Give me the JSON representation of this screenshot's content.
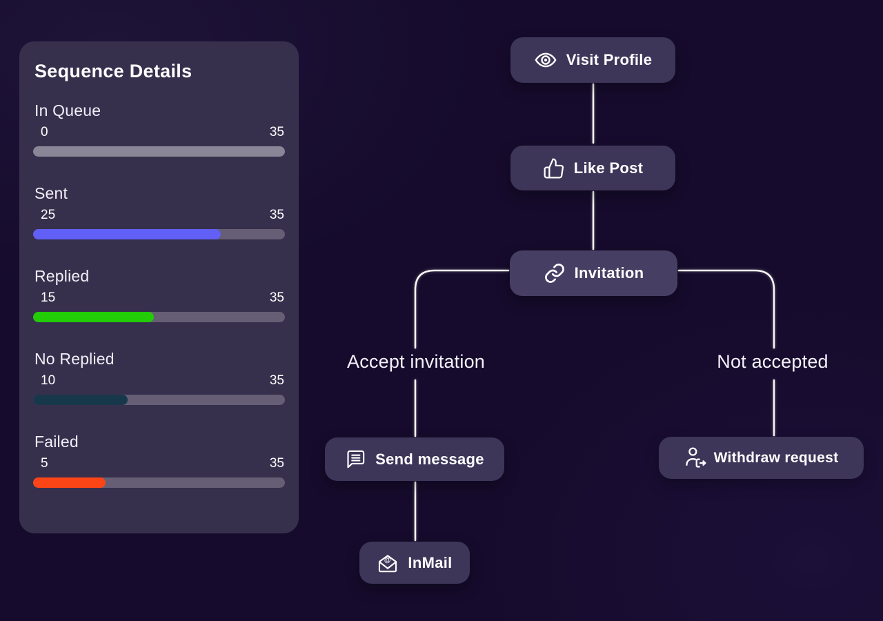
{
  "page": {
    "background_color": "#160b2c"
  },
  "sequence_details": {
    "title": "Sequence Details",
    "track_color": "#655e74",
    "stats": [
      {
        "label": "In Queue",
        "value": "0",
        "max": "35",
        "fill_width": "100%",
        "fill_color": "#8b8697"
      },
      {
        "label": "Sent",
        "value": "25",
        "max": "35",
        "fill_width": "74.5%",
        "fill_color": "#615ff5"
      },
      {
        "label": "Replied",
        "value": "15",
        "max": "35",
        "fill_width": "48%",
        "fill_color": "#22cc06"
      },
      {
        "label": "No Replied",
        "value": "10",
        "max": "35",
        "fill_width": "37.5%",
        "fill_color": "#17384a"
      },
      {
        "label": "Failed",
        "value": "5",
        "max": "35",
        "fill_width": "28.8%",
        "fill_color": "#fc4516"
      }
    ]
  },
  "flow": {
    "connector_color": "#faf8f3",
    "nodes": {
      "visit_profile": {
        "label": "Visit Profile",
        "icon": "eye-icon"
      },
      "like_post": {
        "label": "Like Post",
        "icon": "thumbs-up-icon"
      },
      "invitation": {
        "label": "Invitation",
        "icon": "link-icon"
      },
      "send_message": {
        "label": "Send message",
        "icon": "message-icon"
      },
      "withdraw_request": {
        "label": "Withdraw request",
        "icon": "user-exit-icon"
      },
      "inmail": {
        "label": "InMail",
        "icon": "envelope-at-icon"
      }
    },
    "branch_labels": {
      "left": "Accept invitation",
      "right": "Not accepted"
    }
  }
}
